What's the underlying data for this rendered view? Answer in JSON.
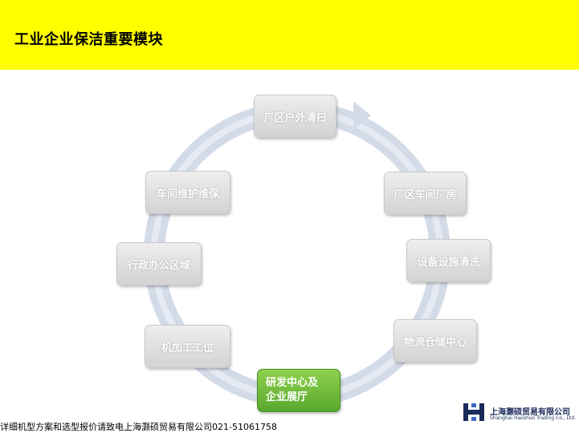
{
  "header": {
    "title": "工业企业保洁重要模块"
  },
  "cycle": {
    "nodes": [
      {
        "label": "厂区户外清扫",
        "active": false
      },
      {
        "label": "厂区车间厂房",
        "active": false
      },
      {
        "label": "设备设施清洗",
        "active": false
      },
      {
        "label": "物流仓储中心",
        "active": false
      },
      {
        "label": "研发中心及\n企业展厅",
        "active": true
      },
      {
        "label": "机加工工位",
        "active": false
      },
      {
        "label": "行政办公区域",
        "active": false
      },
      {
        "label": "车间维护维保",
        "active": false
      }
    ],
    "ring_color": "#d4dbe8",
    "active_color": "#6cbf3a"
  },
  "footer": {
    "text": "详细机型方案和选型报价请致电上海灏硕贸易有限公司021-51061758"
  },
  "logo": {
    "name_cn": "上海灏硕贸易有限公司",
    "name_en": "Shanghai Haoshuo Trading Co., Ltd.",
    "color": "#1a2a5a"
  }
}
